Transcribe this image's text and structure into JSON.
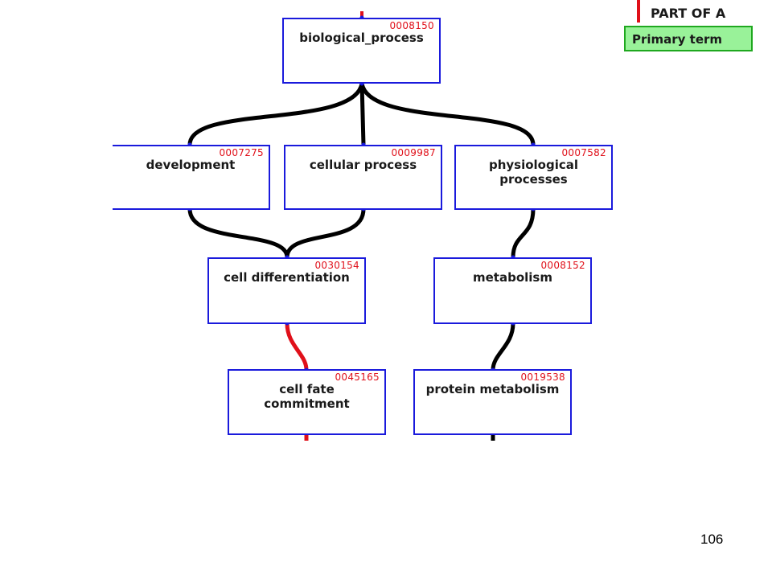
{
  "legend": {
    "part_of": "PART OF A",
    "primary_term": "Primary term",
    "part_of_color": "#e0101a",
    "is_a_color": "#000000",
    "primary_color": "#99f299"
  },
  "nodes": {
    "biological_process": {
      "id": "0008150",
      "label": "biological_process"
    },
    "development": {
      "id": "0007275",
      "label": "development"
    },
    "cellular_process": {
      "id": "0009987",
      "label": "cellular process"
    },
    "physiological_processes": {
      "id": "0007582",
      "label": "physiological\nprocesses"
    },
    "cell_differentiation": {
      "id": "0030154",
      "label": "cell differentiation"
    },
    "metabolism": {
      "id": "0008152",
      "label": "metabolism"
    },
    "cell_fate_commitment": {
      "id": "0045165",
      "label": "cell fate\ncommitment"
    },
    "protein_metabolism": {
      "id": "0019538",
      "label": "protein metabolism"
    }
  },
  "edges": [
    {
      "from": "biological_process",
      "to": "development",
      "relation": "is_a"
    },
    {
      "from": "biological_process",
      "to": "cellular_process",
      "relation": "is_a"
    },
    {
      "from": "biological_process",
      "to": "physiological_processes",
      "relation": "is_a"
    },
    {
      "from": "development",
      "to": "cell_differentiation",
      "relation": "is_a"
    },
    {
      "from": "cellular_process",
      "to": "cell_differentiation",
      "relation": "is_a"
    },
    {
      "from": "physiological_processes",
      "to": "metabolism",
      "relation": "is_a"
    },
    {
      "from": "cell_differentiation",
      "to": "cell_fate_commitment",
      "relation": "part_of"
    },
    {
      "from": "metabolism",
      "to": "protein_metabolism",
      "relation": "is_a"
    }
  ],
  "page_number": "106"
}
